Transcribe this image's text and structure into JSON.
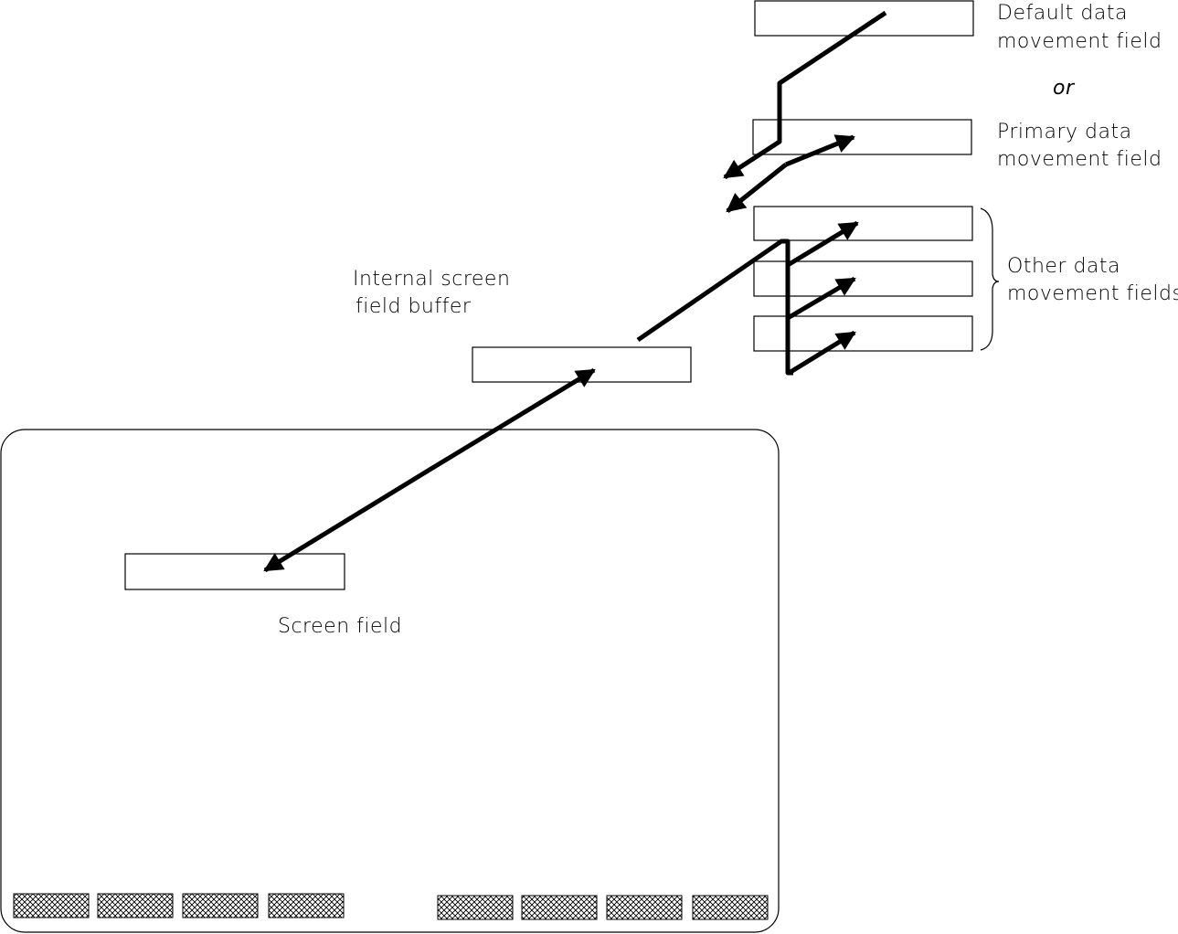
{
  "labels": {
    "default_field_line1": "Default data",
    "default_field_line2": "movement field",
    "or": "or",
    "primary_field_line1": "Primary data",
    "primary_field_line2": "movement field",
    "other_fields_line1": "Other data",
    "other_fields_line2": "movement fields",
    "buffer_line1": "Internal screen",
    "buffer_line2": "field buffer",
    "screen_field": "Screen field"
  },
  "function_keys": {
    "left_group_count": 4,
    "right_group_count": 4,
    "fill": "crosshatch"
  },
  "colors": {
    "ink": "#000000",
    "background": "#ffffff"
  }
}
